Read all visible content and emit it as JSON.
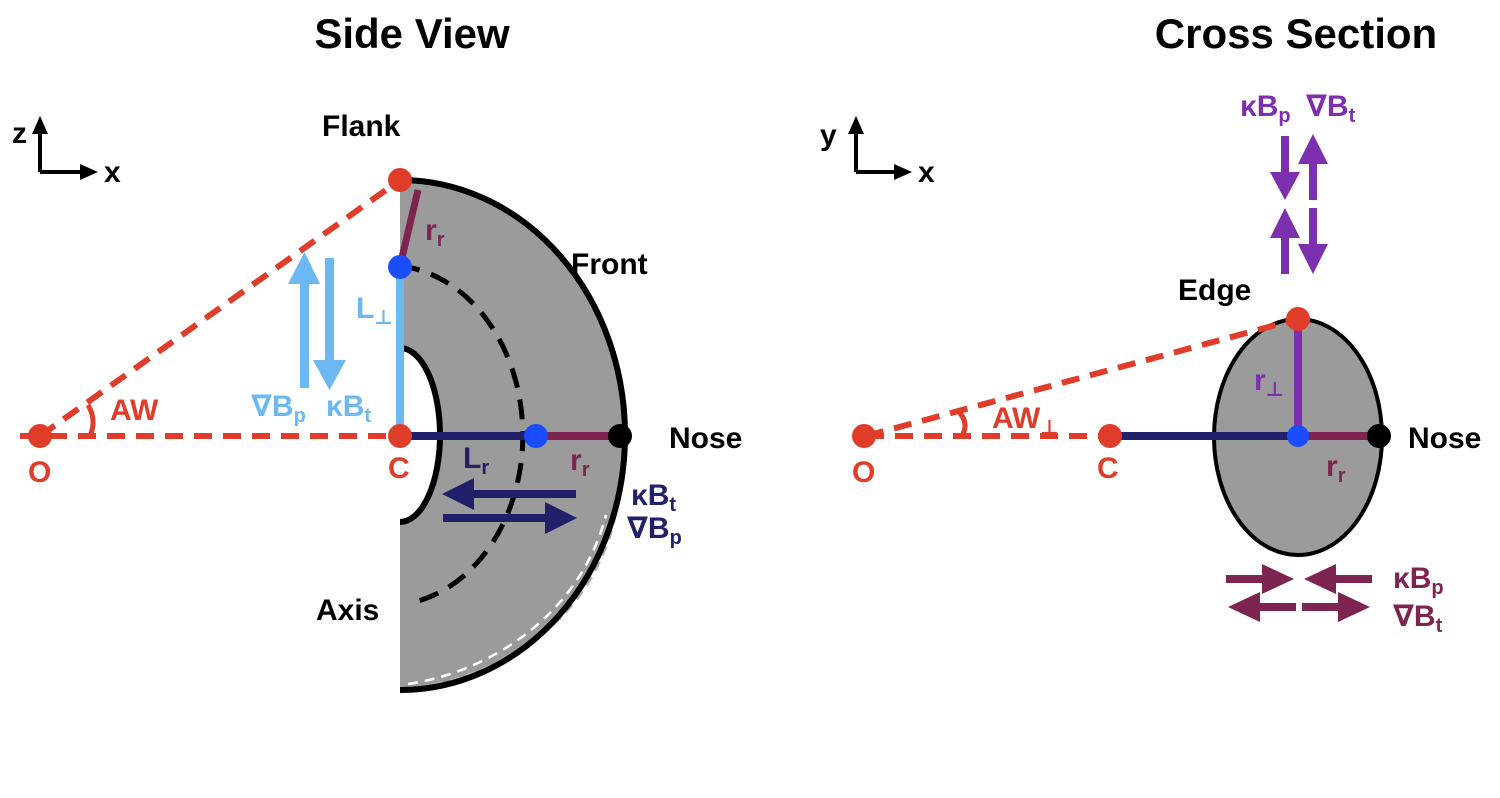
{
  "side_view": {
    "title": "Side View",
    "axes": {
      "vertical": "z",
      "horizontal": "x"
    },
    "labels": {
      "flank": "Flank",
      "front": "Front",
      "nose": "Nose",
      "axis": "Axis",
      "origin": "O",
      "center": "C",
      "angle": "AW"
    },
    "dims": {
      "rr": {
        "main": "r",
        "sub": "r"
      },
      "lperp": {
        "main": "L",
        "sub": "⊥"
      },
      "lr": {
        "main": "L",
        "sub": "r"
      },
      "rr2": {
        "main": "r",
        "sub": "r"
      }
    },
    "light_pair": {
      "grad": {
        "main": "∇B",
        "sub": "p"
      },
      "curv": {
        "main": "κB",
        "sub": "t"
      }
    },
    "navy_pair": {
      "curv": {
        "main": "κB",
        "sub": "t"
      },
      "grad": {
        "main": "∇B",
        "sub": "p"
      }
    }
  },
  "cross_section": {
    "title": "Cross Section",
    "axes": {
      "vertical": "y",
      "horizontal": "x"
    },
    "labels": {
      "edge": "Edge",
      "nose": "Nose",
      "origin": "O",
      "center": "C",
      "angle": {
        "main": "AW",
        "sub": "⊥"
      }
    },
    "dims": {
      "rperp": {
        "main": "r",
        "sub": "⊥"
      },
      "rr": {
        "main": "r",
        "sub": "r"
      }
    },
    "purple_pair": {
      "curv": {
        "main": "κB",
        "sub": "p"
      },
      "grad": {
        "main": "∇B",
        "sub": "t"
      }
    },
    "maroon_pair": {
      "curv": {
        "main": "κB",
        "sub": "p"
      },
      "grad": {
        "main": "∇B",
        "sub": "t"
      }
    }
  },
  "colors": {
    "red": "#e03c2a",
    "blue": "#1a4dff",
    "light_blue": "#6cb8f2",
    "navy": "#23206a",
    "maroon": "#7d2450",
    "purple": "#7c2fae",
    "gray": "#9b9b9b"
  }
}
